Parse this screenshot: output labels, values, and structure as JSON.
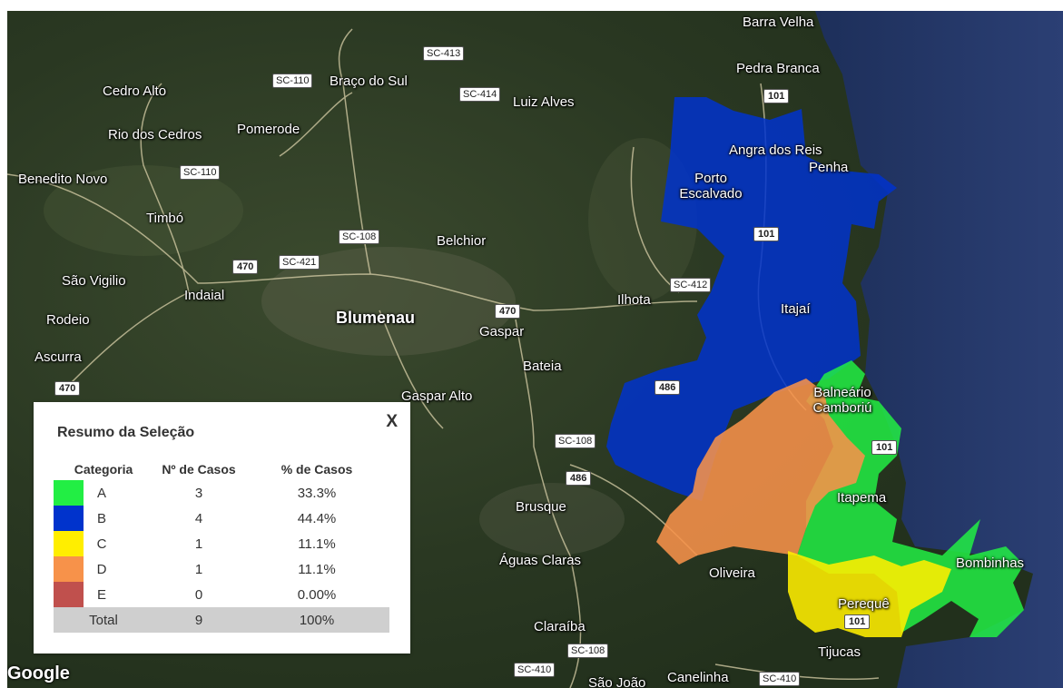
{
  "places": [
    {
      "name": "Barra Velha"
    },
    {
      "name": "Pedra Branca"
    },
    {
      "name": "Cedro Alto"
    },
    {
      "name": "Braço do Sul"
    },
    {
      "name": "Luiz Alves"
    },
    {
      "name": "Rio dos Cedros"
    },
    {
      "name": "Pomerode"
    },
    {
      "name": "Angra dos Reis"
    },
    {
      "name": "Penha"
    },
    {
      "name": "Benedito Novo"
    },
    {
      "name": "Porto Escalvado"
    },
    {
      "name": "Timbó"
    },
    {
      "name": "Belchior"
    },
    {
      "name": "São Vigilio"
    },
    {
      "name": "Indaial"
    },
    {
      "name": "Ilhota"
    },
    {
      "name": "Itajaí"
    },
    {
      "name": "Rodeio"
    },
    {
      "name": "Blumenau"
    },
    {
      "name": "Gaspar"
    },
    {
      "name": "Ascurra"
    },
    {
      "name": "Bateia"
    },
    {
      "name": "Gaspar Alto"
    },
    {
      "name": "Balneário Camboriú"
    },
    {
      "name": "Brusque"
    },
    {
      "name": "Itapema"
    },
    {
      "name": "Águas Claras"
    },
    {
      "name": "Oliveira"
    },
    {
      "name": "Bombinhas"
    },
    {
      "name": "Perequê"
    },
    {
      "name": "Claraíba"
    },
    {
      "name": "Tijucas"
    },
    {
      "name": "São João"
    },
    {
      "name": "Canelinha"
    }
  ],
  "roads": [
    {
      "label": "SC-413"
    },
    {
      "label": "SC-110"
    },
    {
      "label": "SC-414"
    },
    {
      "label": "101"
    },
    {
      "label": "SC-110"
    },
    {
      "label": "SC-108"
    },
    {
      "label": "470"
    },
    {
      "label": "SC-421"
    },
    {
      "label": "470"
    },
    {
      "label": "SC-412"
    },
    {
      "label": "470"
    },
    {
      "label": "486"
    },
    {
      "label": "SC-108"
    },
    {
      "label": "486"
    },
    {
      "label": "SC-108"
    },
    {
      "label": "SC-410"
    },
    {
      "label": "SC-410"
    },
    {
      "label": "101"
    },
    {
      "label": "101"
    },
    {
      "label": "101"
    }
  ],
  "google_logo": "Google",
  "colors": {
    "A": "#22ee44",
    "B": "#0033cc",
    "C": "#ffee00",
    "D": "#f7924a",
    "E": "#c0504d"
  },
  "summary": {
    "title": "Resumo da Seleção",
    "close_label": "X",
    "headers": {
      "category": "Categoria",
      "cases": "Nº de Casos",
      "percent": "% de Casos"
    },
    "rows": [
      {
        "category": "A",
        "cases": "3",
        "percent": "33.3%",
        "color": "#22ee44"
      },
      {
        "category": "B",
        "cases": "4",
        "percent": "44.4%",
        "color": "#0033cc"
      },
      {
        "category": "C",
        "cases": "1",
        "percent": "11.1%",
        "color": "#ffee00"
      },
      {
        "category": "D",
        "cases": "1",
        "percent": "11.1%",
        "color": "#f7924a"
      },
      {
        "category": "E",
        "cases": "0",
        "percent": "0.00%",
        "color": "#c0504d"
      }
    ],
    "total": {
      "label": "Total",
      "cases": "9",
      "percent": "100%"
    }
  }
}
